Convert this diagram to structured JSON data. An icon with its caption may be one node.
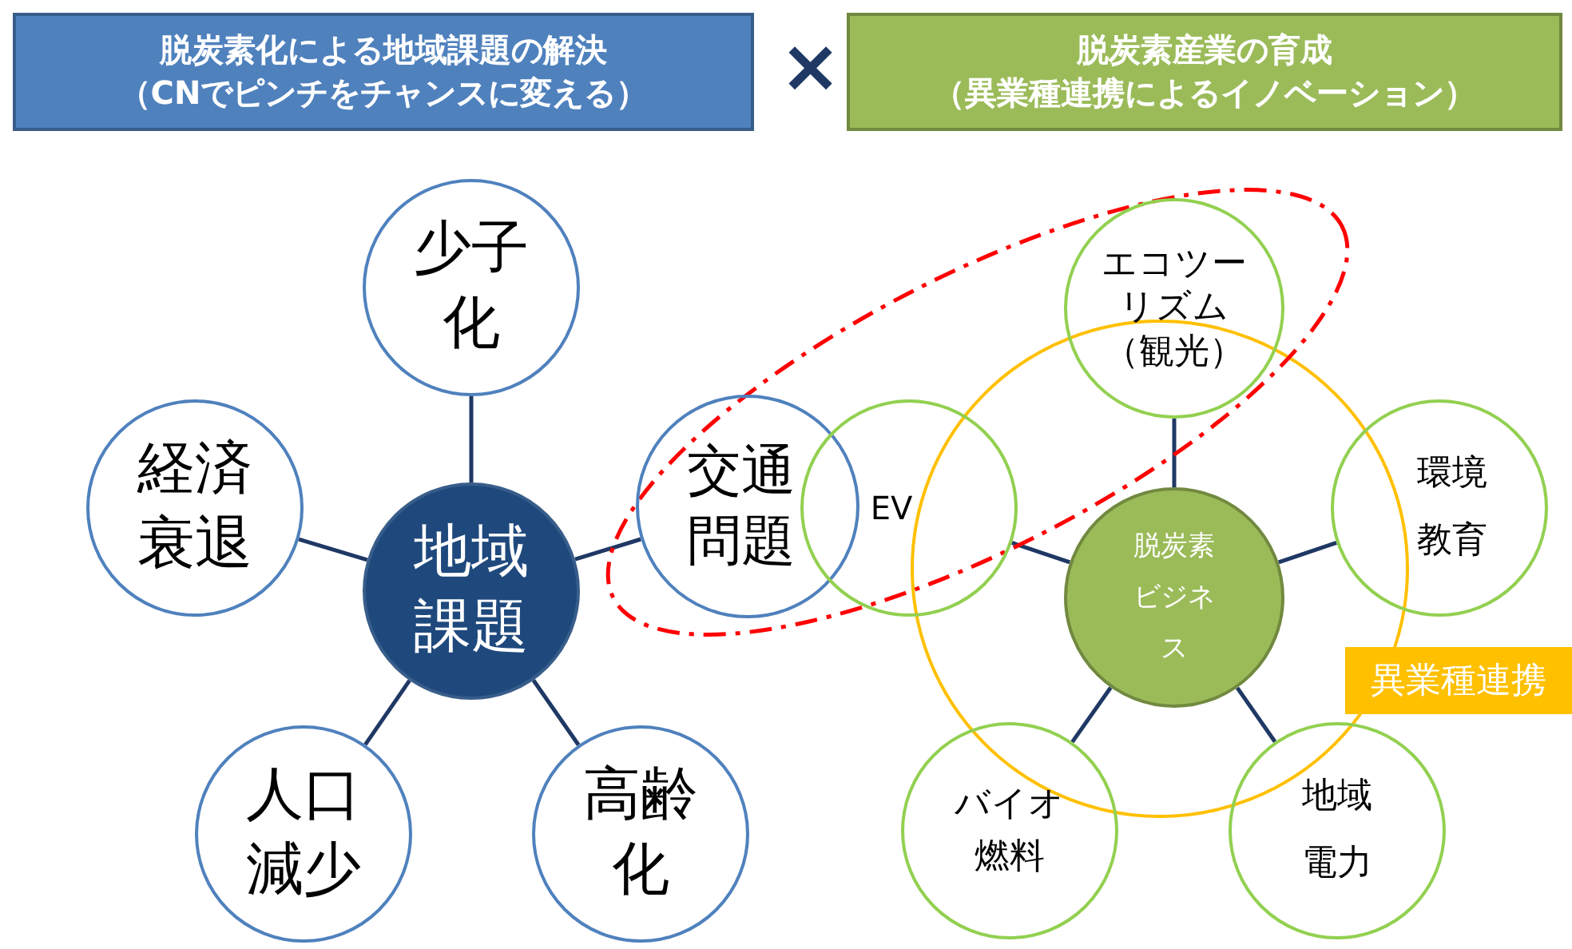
{
  "diagram": {
    "nodes": [
      {
        "text": [
          "脱炭素化による地域課題の解決",
          "（CNでピンチをチャンスに変える）"
        ]
      },
      {
        "text": [
          "脱炭素産業の育成",
          "（異業種連携によるイノベーション）"
        ]
      },
      {
        "text": [
          "少子化"
        ]
      },
      {
        "text": [
          "経済衰退"
        ]
      },
      {
        "text": [
          "地域課題"
        ]
      },
      {
        "text": [
          "交通問題"
        ]
      },
      {
        "text": [
          "人口減少"
        ]
      },
      {
        "text": [
          "高齢化"
        ]
      },
      {
        "text": [
          "エコツーリズム（観光）"
        ]
      },
      {
        "text": [
          "EV"
        ]
      },
      {
        "text": [
          "脱炭素ビジネス"
        ]
      },
      {
        "text": [
          "環境教育"
        ]
      },
      {
        "text": [
          "異業種連携"
        ]
      },
      {
        "text": [
          "バイオ燃料"
        ]
      },
      {
        "text": [
          "地域電力"
        ]
      }
    ],
    "edges": [
      {
        "from": 4,
        "to": 2,
        "arrow": "none"
      },
      {
        "from": 4,
        "to": 3,
        "arrow": "none"
      },
      {
        "from": 4,
        "to": 5,
        "arrow": "none"
      },
      {
        "from": 4,
        "to": 6,
        "arrow": "none"
      },
      {
        "from": 4,
        "to": 7,
        "arrow": "none"
      },
      {
        "from": 10,
        "to": 8,
        "arrow": "none"
      },
      {
        "from": 10,
        "to": 9,
        "arrow": "none"
      },
      {
        "from": 10,
        "to": 11,
        "arrow": "none"
      },
      {
        "from": 10,
        "to": 13,
        "arrow": "none"
      },
      {
        "from": 10,
        "to": 14,
        "arrow": "none"
      }
    ],
    "labels": [
      "×"
    ]
  }
}
